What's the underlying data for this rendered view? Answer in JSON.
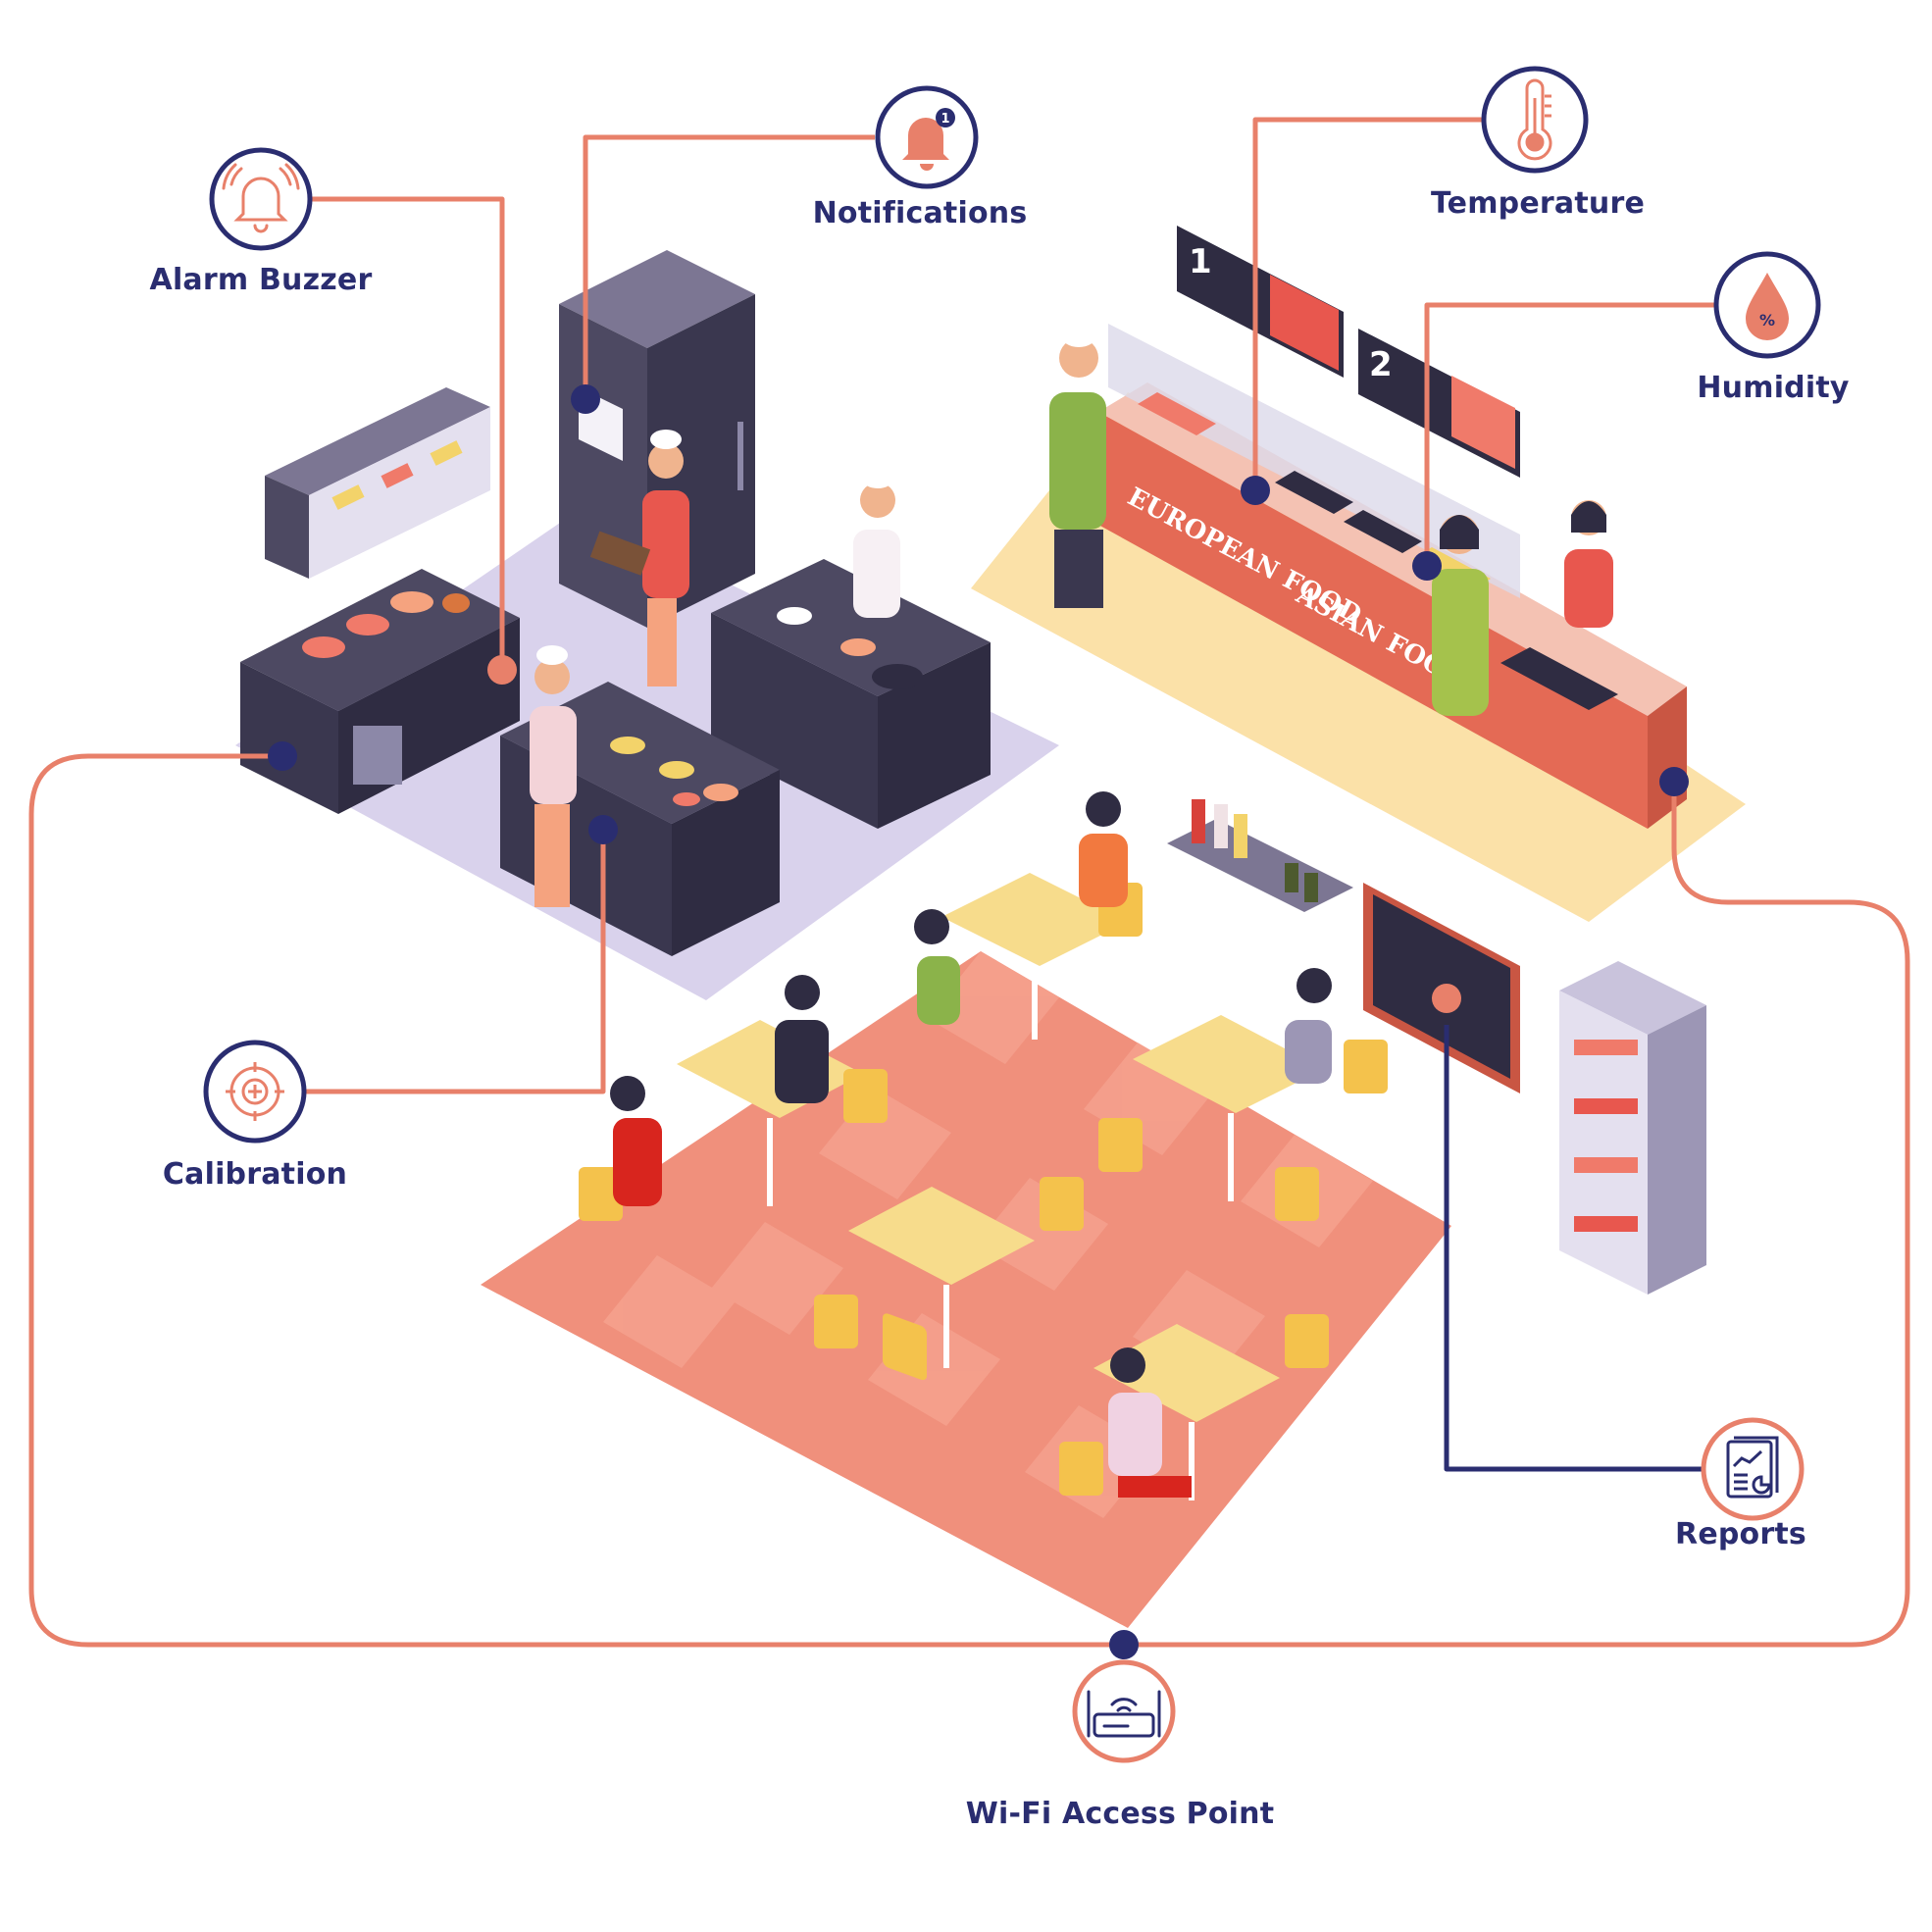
{
  "labels": {
    "alarm_buzzer": "Alarm Buzzer",
    "notifications": "Notifications",
    "temperature": "Temperature",
    "humidity": "Humidity",
    "calibration": "Calibration",
    "reports": "Reports",
    "wifi": "Wi-Fi Access Point"
  },
  "icons": {
    "alarm_buzzer": "alarm-bell-icon",
    "notifications": "notification-bell-icon",
    "temperature": "thermometer-icon",
    "humidity": "water-drop-icon",
    "calibration": "calibration-target-icon",
    "reports": "report-document-icon",
    "wifi": "wifi-router-icon"
  },
  "scene": {
    "sign_european": "EUROPEAN FOOD",
    "sign_asian": "ASIAN FOOD",
    "menu_board_1": "1",
    "menu_board_2": "2",
    "notification_count": "1",
    "humidity_symbol": "%"
  },
  "colors": {
    "connector_orange": "#e8806a",
    "connector_navy": "#2a2d70",
    "label_text": "#2a2d70",
    "icon_orange": "#e8806a"
  }
}
